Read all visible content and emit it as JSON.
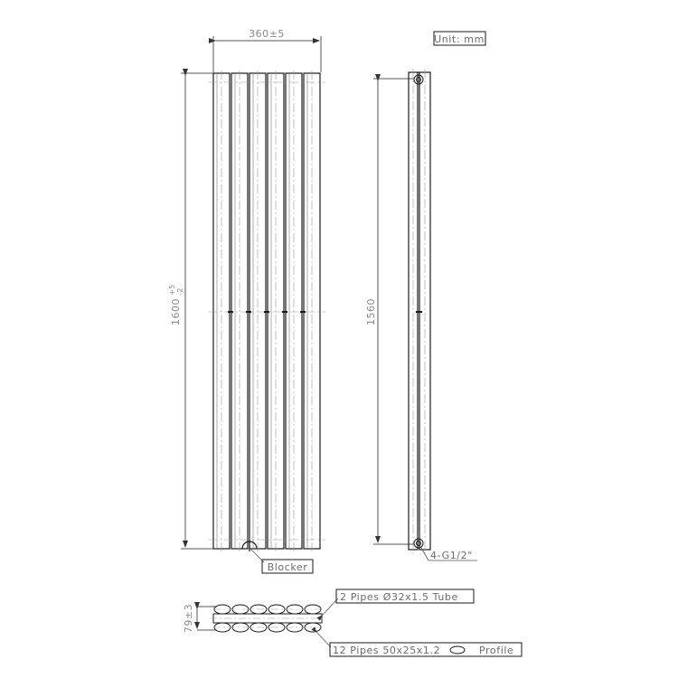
{
  "drawing": {
    "unit_label": "Unit: mm",
    "front_view": {
      "width_dim": "360±5",
      "height_dim_base": "1600",
      "height_tol_upper": "+5",
      "height_tol_lower": "-2",
      "tube_count": 6,
      "blocker_label": "Blocker"
    },
    "side_view": {
      "height_dim": "1560",
      "connection_label": "4-G1/2\""
    },
    "plan_view": {
      "depth_dim": "79±3",
      "tube_callout": "2 Pipes Ø32x1.5 Tube",
      "profile_callout_prefix": "12 Pipes 50x25x1.2",
      "profile_callout_suffix": "Profile"
    },
    "colors": {
      "line": "#1a1a1a",
      "dim_line": "#555555",
      "text": "#8a8a8a",
      "center_line": "#9a9a9a"
    }
  }
}
